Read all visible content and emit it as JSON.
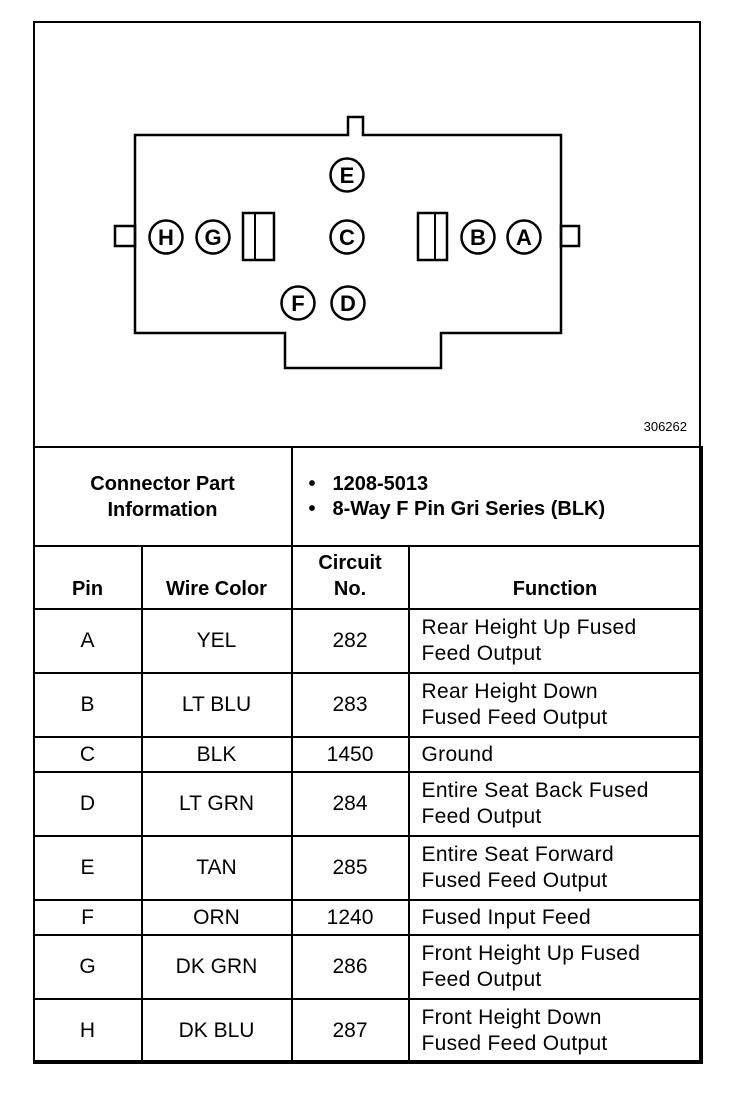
{
  "connector": {
    "pins": [
      {
        "label": "E"
      },
      {
        "label": "H"
      },
      {
        "label": "G"
      },
      {
        "label": "C"
      },
      {
        "label": "B"
      },
      {
        "label": "A"
      },
      {
        "label": "F"
      },
      {
        "label": "D"
      }
    ],
    "figure_number": "306262"
  },
  "info": {
    "label": "Connector Part Information",
    "items": [
      "1208-5013",
      "8-Way F Pin Gri Series (BLK)"
    ]
  },
  "table": {
    "headers": {
      "pin": "Pin",
      "wire_color": "Wire Color",
      "circuit": "Circuit No.",
      "function": "Function"
    },
    "rows": [
      {
        "pin": "A",
        "wire": "YEL",
        "circuit": "282",
        "function": [
          "Rear Height Up Fused",
          "Feed Output"
        ]
      },
      {
        "pin": "B",
        "wire": "LT BLU",
        "circuit": "283",
        "function": [
          "Rear Height Down",
          "Fused Feed Output"
        ]
      },
      {
        "pin": "C",
        "wire": "BLK",
        "circuit": "1450",
        "function": [
          "Ground"
        ]
      },
      {
        "pin": "D",
        "wire": "LT GRN",
        "circuit": "284",
        "function": [
          "Entire Seat Back Fused",
          "Feed Output"
        ]
      },
      {
        "pin": "E",
        "wire": "TAN",
        "circuit": "285",
        "function": [
          "Entire Seat Forward",
          "Fused Feed Output"
        ]
      },
      {
        "pin": "F",
        "wire": "ORN",
        "circuit": "1240",
        "function": [
          "Fused Input Feed"
        ]
      },
      {
        "pin": "G",
        "wire": "DK GRN",
        "circuit": "286",
        "function": [
          "Front Height Up Fused",
          "Feed Output"
        ]
      },
      {
        "pin": "H",
        "wire": "DK BLU",
        "circuit": "287",
        "function": [
          "Front Height Down",
          "Fused Feed Output"
        ]
      }
    ]
  }
}
